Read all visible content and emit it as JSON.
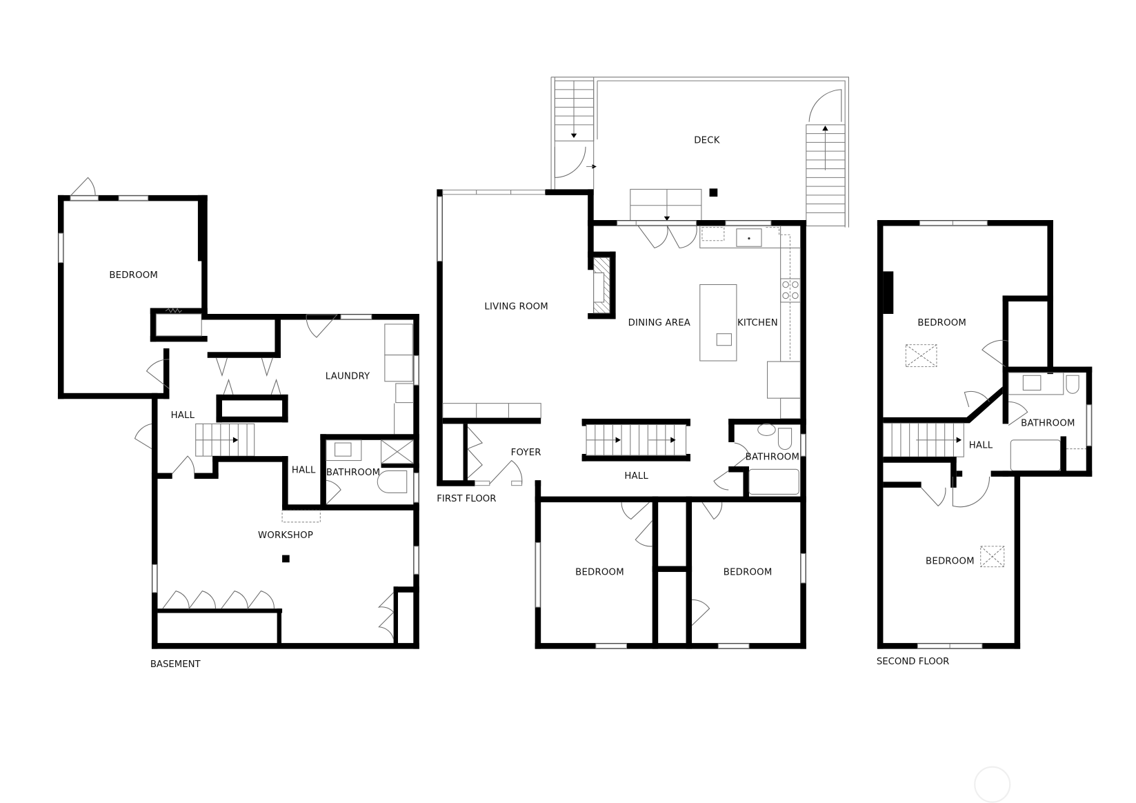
{
  "floors": [
    {
      "label": "BASEMENT",
      "rooms": [
        {
          "name": "BEDROOM"
        },
        {
          "name": "HALL"
        },
        {
          "name": "LAUNDRY"
        },
        {
          "name": "HALL"
        },
        {
          "name": "BATHROOM"
        },
        {
          "name": "WORKSHOP"
        }
      ]
    },
    {
      "label": "FIRST FLOOR",
      "rooms": [
        {
          "name": "DECK"
        },
        {
          "name": "LIVING ROOM"
        },
        {
          "name": "DINING AREA"
        },
        {
          "name": "KITCHEN"
        },
        {
          "name": "FOYER"
        },
        {
          "name": "HALL"
        },
        {
          "name": "BATHROOM"
        },
        {
          "name": "BEDROOM"
        },
        {
          "name": "BEDROOM"
        }
      ]
    },
    {
      "label": "SECOND FLOOR",
      "rooms": [
        {
          "name": "BEDROOM"
        },
        {
          "name": "BATHROOM"
        },
        {
          "name": "HALL"
        },
        {
          "name": "BEDROOM"
        }
      ]
    }
  ],
  "colors": {
    "wall": "#000000",
    "fixture_line": "#7a7a7a",
    "background": "#ffffff",
    "watermark": "#efefef"
  }
}
